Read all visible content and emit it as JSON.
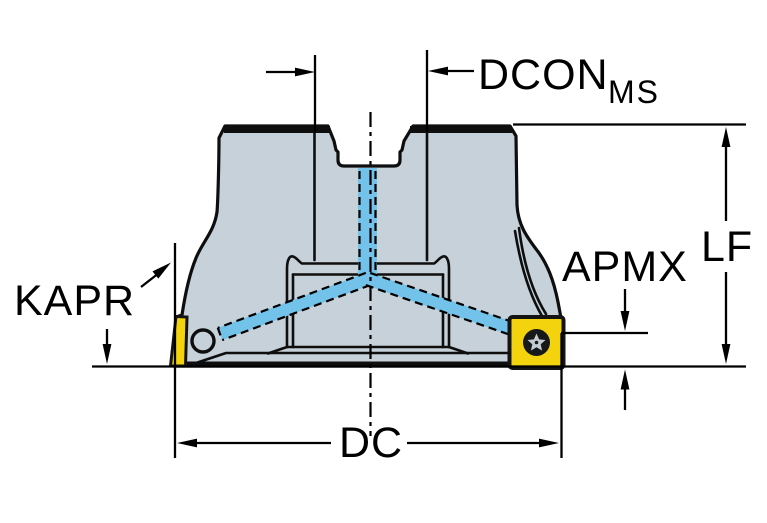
{
  "labels": {
    "dcon": "DCON",
    "dcon_subscript": "MS",
    "lf": "LF",
    "apmx": "APMX",
    "kapr": "KAPR",
    "dc": "DC"
  },
  "colors": {
    "background": "#ffffff",
    "body_fill": "#c6d1d9",
    "coolant": "#72c2e9",
    "insert": "#f2d30e",
    "line": "#000000",
    "screw_dark": "#17181a",
    "screw_light": "#c3ccd2"
  }
}
